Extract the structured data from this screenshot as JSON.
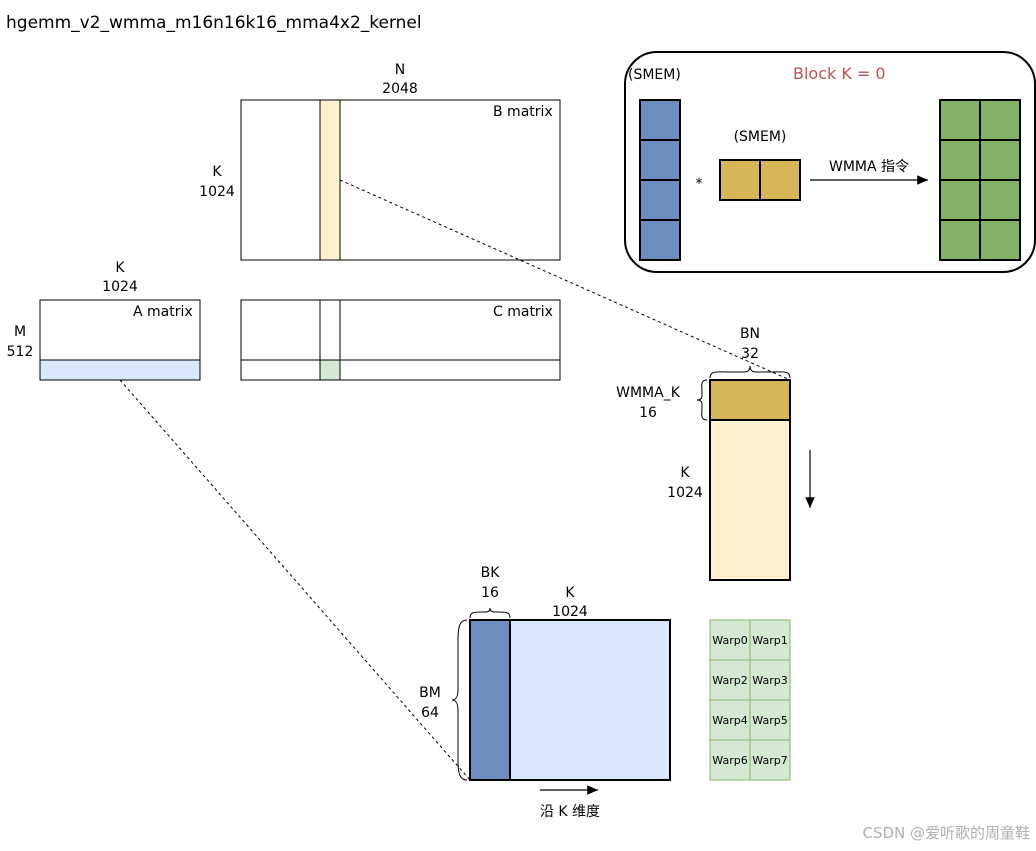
{
  "title": "hgemm_v2_wmma_m16n16k16_mma4x2_kernel",
  "b_matrix": {
    "label": "B matrix",
    "dim_top_name": "N",
    "dim_top_value": "2048",
    "dim_left_name": "K",
    "dim_left_value": "1024"
  },
  "a_matrix": {
    "label": "A matrix",
    "dim_top_name": "K",
    "dim_top_value": "1024",
    "dim_left_name": "M",
    "dim_left_value": "512"
  },
  "c_matrix": {
    "label": "C matrix"
  },
  "block_panel": {
    "smem_a_label": "(SMEM)",
    "smem_b_label": "(SMEM)",
    "title": "Block   K = 0",
    "multiply": "*",
    "op_label": "WMMA 指令"
  },
  "b_tile": {
    "bn_name": "BN",
    "bn_value": "32",
    "wk_name": "WMMA_K",
    "wk_value": "16",
    "k_name": "K",
    "k_value": "1024"
  },
  "a_tile": {
    "bk_name": "BK",
    "bk_value": "16",
    "k_name": "K",
    "k_value": "1024",
    "bm_name": "BM",
    "bm_value": "64",
    "along_label": "沿 K 维度"
  },
  "warps": [
    "Warp0",
    "Warp1",
    "Warp2",
    "Warp3",
    "Warp4",
    "Warp5",
    "Warp6",
    "Warp7"
  ],
  "watermark": "CSDN @爱听歌的周童鞋",
  "colors": {
    "blue_dark": "#6c8ebf",
    "blue_light": "#dae8fc",
    "yellow_light": "#fff2cc",
    "gold": "#d6b656",
    "green": "#82b366",
    "green_light": "#d5e8d4",
    "red_text": "#b85450"
  }
}
